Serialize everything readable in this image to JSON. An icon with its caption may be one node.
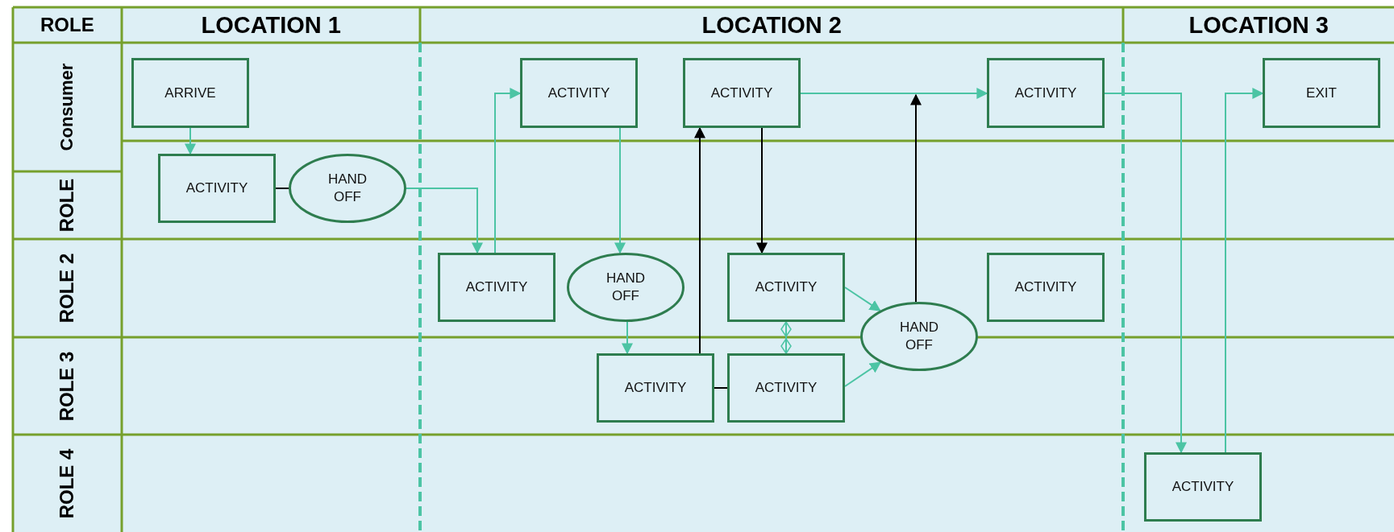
{
  "diagram": {
    "nodes": [
      {
        "text": [
          "ARRIVE"
        ]
      },
      {
        "text": [
          "ACTIVITY"
        ]
      },
      {
        "text": [
          "HAND OFF"
        ]
      },
      {
        "text": [
          "ACTIVITY"
        ]
      },
      {
        "text": [
          "ACTIVITY"
        ]
      },
      {
        "text": [
          "ACTIVITY"
        ]
      },
      {
        "text": [
          "EXIT"
        ]
      },
      {
        "text": [
          "ACTIVITY"
        ]
      },
      {
        "text": [
          "HAND OFF"
        ]
      },
      {
        "text": [
          "ACTIVITY"
        ]
      },
      {
        "text": [
          "ACTIVITY"
        ]
      },
      {
        "text": [
          "ACTIVITY"
        ]
      },
      {
        "text": [
          "ACTIVITY"
        ]
      },
      {
        "text": [
          "HAND OFF"
        ]
      },
      {
        "text": [
          "ACTIVITY"
        ]
      }
    ],
    "edges": [
      {
        "from": 0,
        "to": 1,
        "arrow": "to"
      },
      {
        "from": 1,
        "to": 2,
        "arrow": "none",
        "color": "#000000"
      },
      {
        "from": 2,
        "to": 7,
        "arrow": "to"
      },
      {
        "from": 7,
        "to": 3,
        "arrow": "to"
      },
      {
        "from": 3,
        "to": 8,
        "arrow": "to"
      },
      {
        "from": 8,
        "to": 11,
        "arrow": "to"
      },
      {
        "from": 11,
        "to": 4,
        "arrow": "to",
        "color": "#000000"
      },
      {
        "from": 11,
        "to": 12,
        "arrow": "none",
        "color": "#000000"
      },
      {
        "from": 4,
        "to": 9,
        "arrow": "to",
        "color": "#000000"
      },
      {
        "from": 4,
        "to": 5,
        "arrow": "to"
      },
      {
        "from": 9,
        "to": 13,
        "arrow": "to"
      },
      {
        "from": 12,
        "to": 13,
        "arrow": "to"
      },
      {
        "from": 9,
        "to": 12,
        "arrow": "other"
      },
      {
        "from": 13,
        "to": null,
        "arrow": "to",
        "color": "#000000"
      },
      {
        "from": 5,
        "to": 14,
        "arrow": "to"
      },
      {
        "from": 14,
        "to": 6,
        "arrow": "to"
      }
    ],
    "labels": [
      "ROLE",
      "LOCATION 1",
      "LOCATION 2",
      "LOCATION 3",
      "Consumer",
      "ROLE",
      "ROLE 2",
      "ROLE 3",
      "ROLE 4"
    ]
  }
}
